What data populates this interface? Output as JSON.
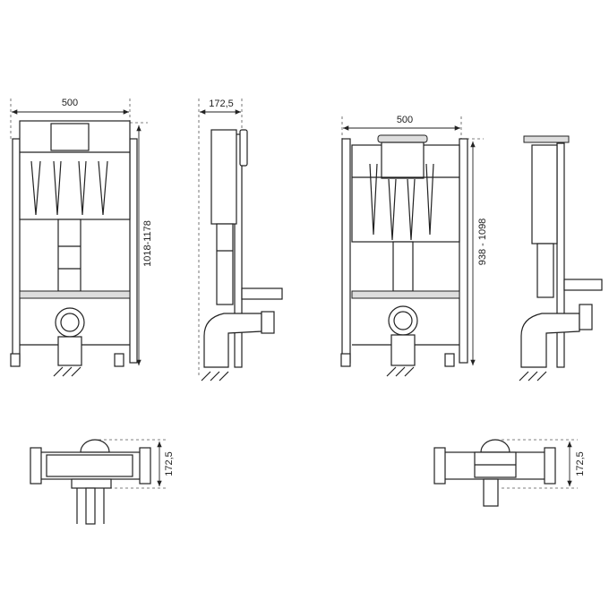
{
  "dimensions": {
    "front_left_width": "500",
    "front_left_height": "1018-1178",
    "side_left_depth": "172,5",
    "front_right_width": "500",
    "front_right_height": "938 - 1098",
    "plan_left_depth": "172,5",
    "plan_right_depth": "172,5"
  }
}
